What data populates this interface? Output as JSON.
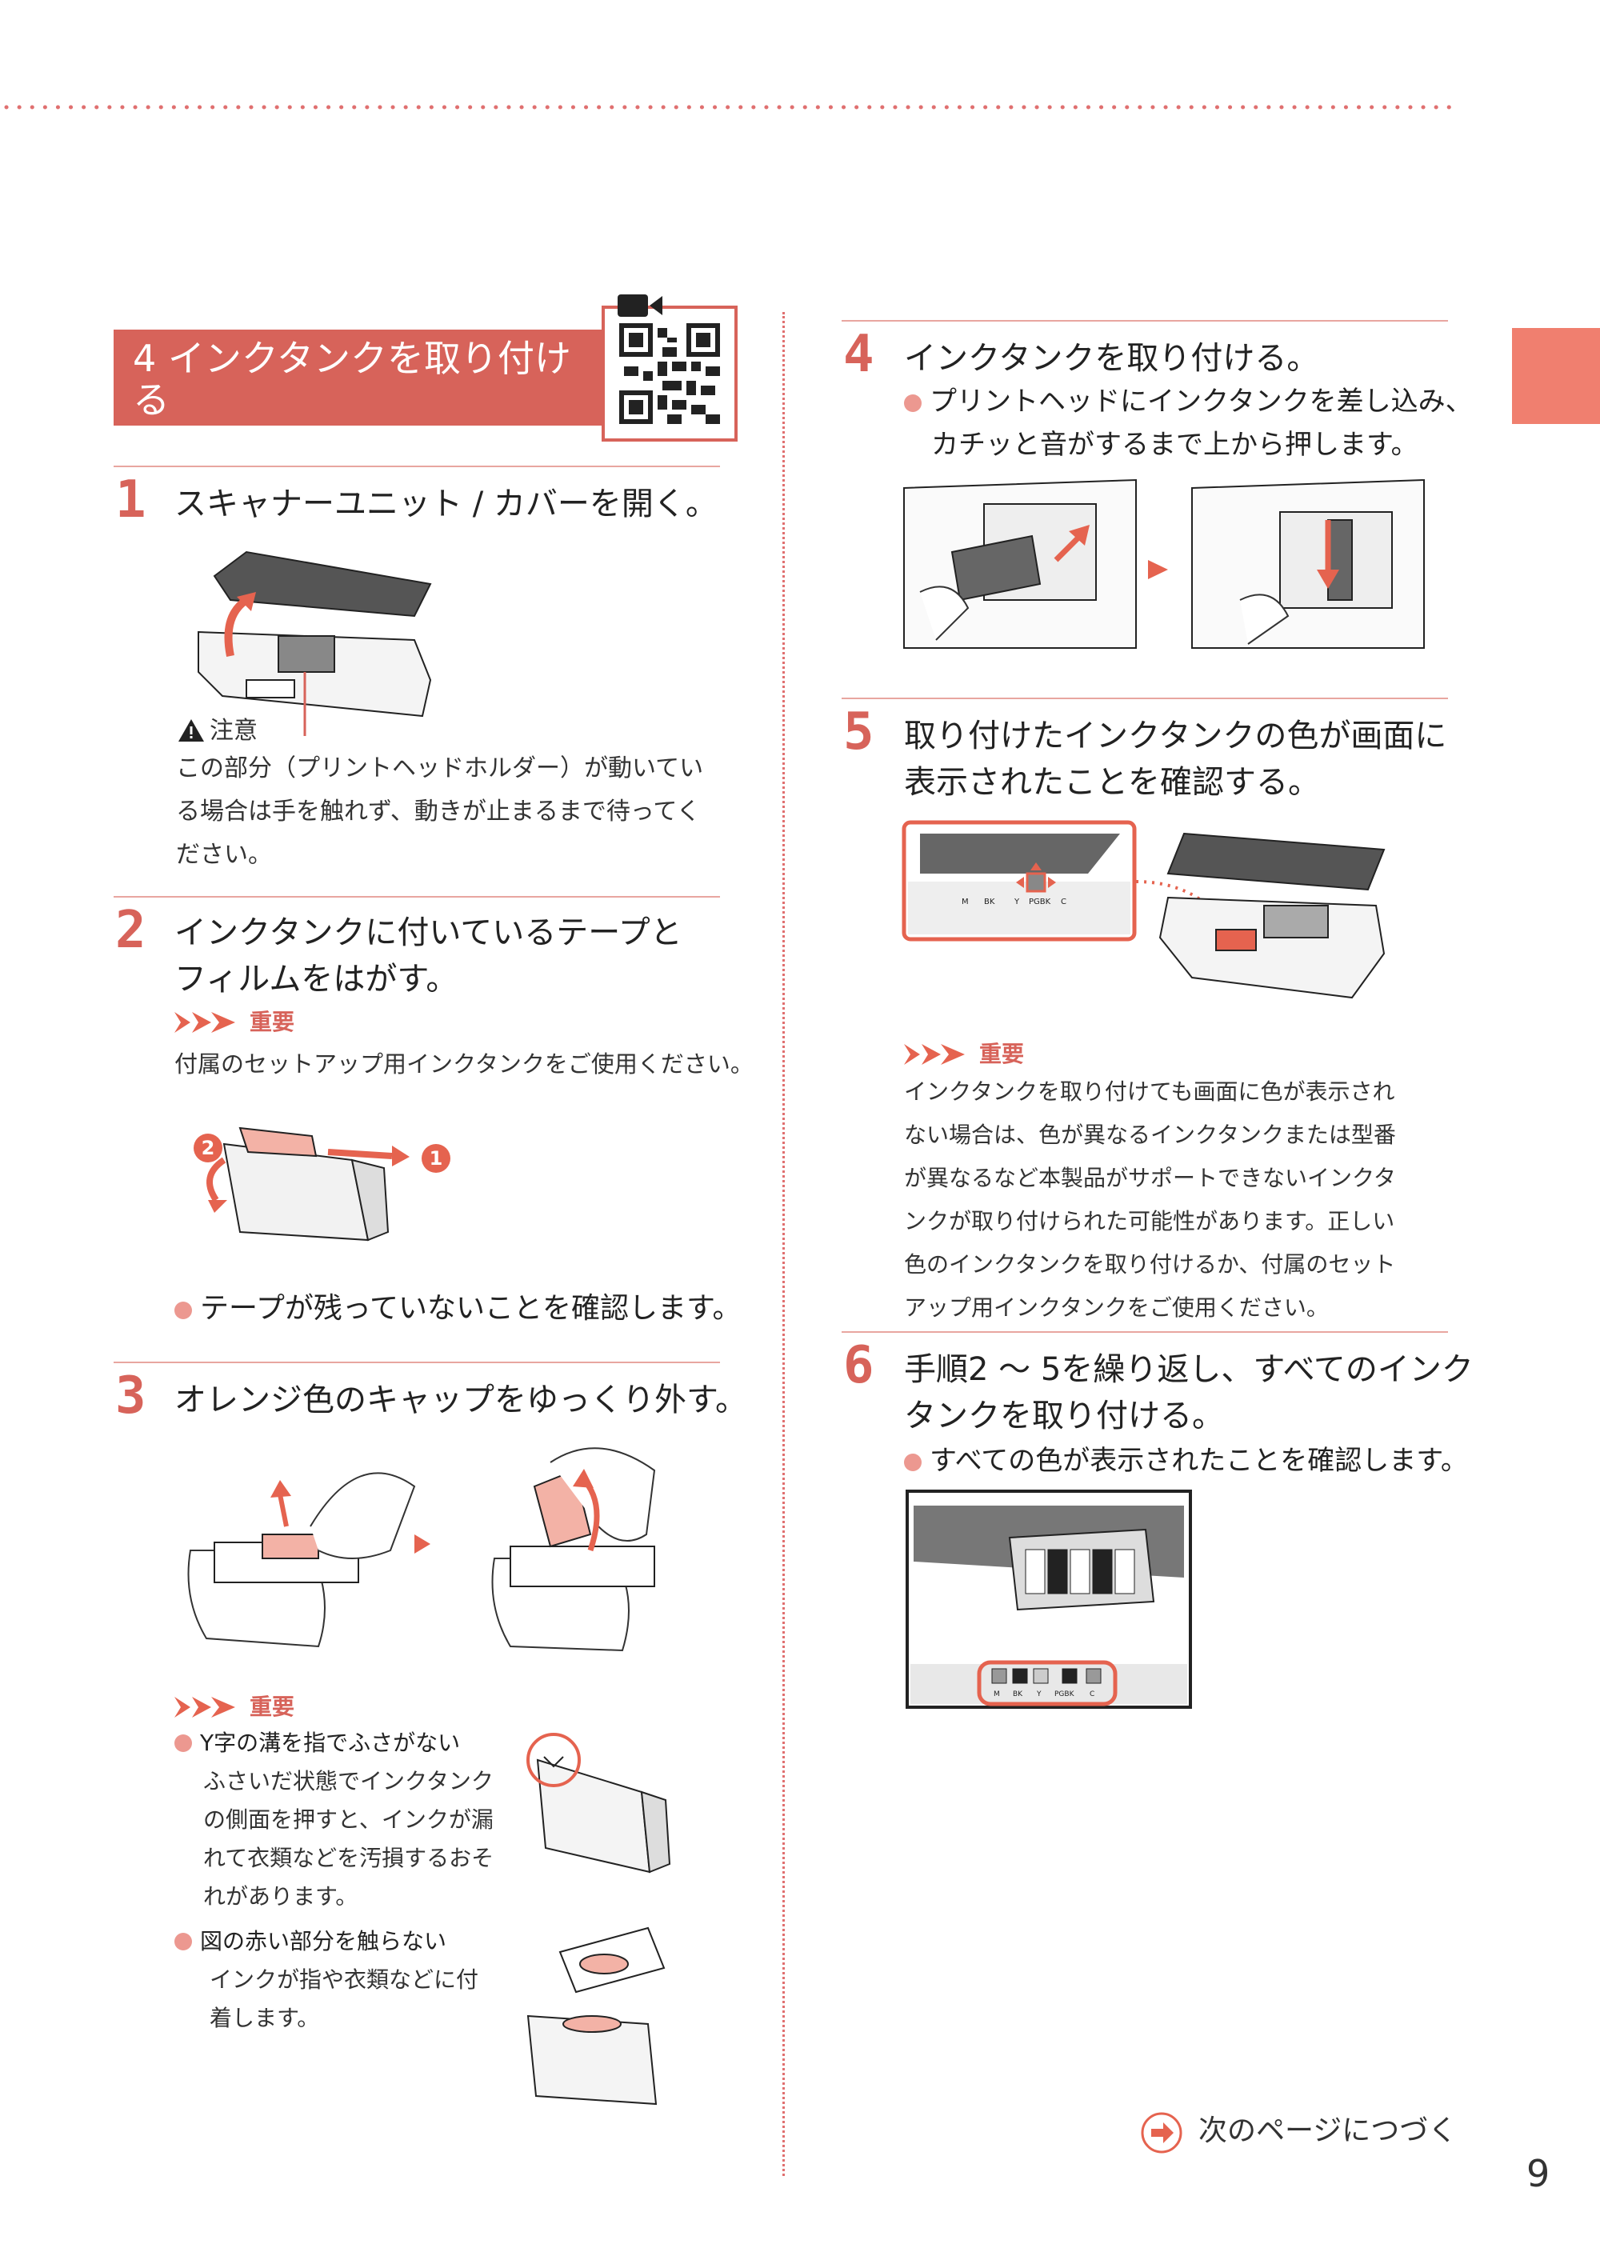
{
  "page": {
    "number": "9"
  },
  "section": {
    "title": "4 インクタンクを取り付ける"
  },
  "steps": {
    "s1": {
      "num": "1",
      "title": "スキャナーユニット / カバーを開く。",
      "caution_label": "注意",
      "caution_text": "この部分（プリントヘッドホルダー）が動いている場合は手を触れず、動きが止まるまで待ってください。"
    },
    "s2": {
      "num": "2",
      "title_1": "インクタンクに付いているテープと",
      "title_2": "フィルムをはがす。",
      "important_label": "重要",
      "important_text": "付属のセットアップ用インクタンクをご使用ください。",
      "note": "テープが残っていないことを確認します。",
      "callout_1": "1",
      "callout_2": "2"
    },
    "s3": {
      "num": "3",
      "title": "オレンジ色のキャップをゆっくり外す。",
      "important_label": "重要",
      "b1_title": "Y字の溝を指でふさがない",
      "b1_text": [
        "ふさいだ状態でインクタンク",
        "の側面を押すと、インクが漏",
        "れて衣類などを汚損するおそ",
        "れがあります。"
      ],
      "b2_title": "図の赤い部分を触らない",
      "b2_text": [
        "インクが指や衣類などに付",
        "着します。"
      ]
    },
    "s4": {
      "num": "4",
      "title": "インクタンクを取り付ける。",
      "note_1": "プリントヘッドにインクタンクを差し込み、",
      "note_2": "カチッと音がするまで上から押します。"
    },
    "s5": {
      "num": "5",
      "title_1": "取り付けたインクタンクの色が画面に",
      "title_2": "表示されたことを確認する。",
      "important_label": "重要",
      "important_text": [
        "インクタンクを取り付けても画面に色が表示され",
        "ない場合は、色が異なるインクタンクまたは型番",
        "が異なるなど本製品がサポートできないインクタ",
        "ンクが取り付けられた可能性があります。正しい",
        "色のインクタンクを取り付けるか、付属のセット",
        "アップ用インクタンクをご使用ください。"
      ],
      "screen_labels": [
        "M",
        "BK",
        "Y",
        "PGBK",
        "C"
      ]
    },
    "s6": {
      "num": "6",
      "title_1": "手順2 ～ 5を繰り返し、すべてのインク",
      "title_2": "タンクを取り付ける。",
      "note": "すべての色が表示されたことを確認します。",
      "screen_labels": [
        "M",
        "BK",
        "Y",
        "PGBK",
        "C"
      ]
    }
  },
  "footer": {
    "next": "次のページにつづく"
  },
  "colors": {
    "accent": "#d7635a",
    "rule": "#e8a6a0",
    "tab": "#f07f6f"
  }
}
